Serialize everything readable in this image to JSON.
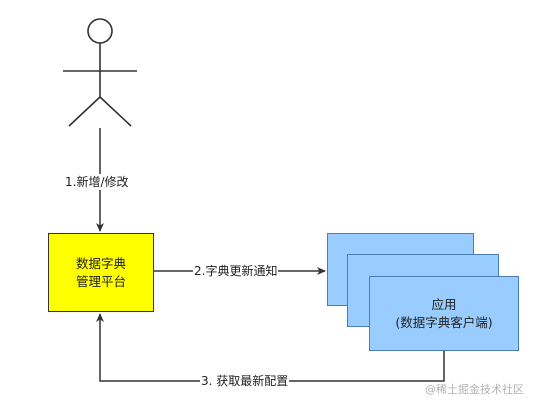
{
  "diagram": {
    "actor_edge_label": "1.新增/修改",
    "platform": {
      "line1": "数据字典",
      "line2": "管理平台",
      "fill": "#ffff00"
    },
    "notify_edge_label": "2.字典更新通知",
    "client": {
      "line1": "应用",
      "line2": "(数据字典客户端)",
      "fill": "#99ccff"
    },
    "fetch_edge_label": "3. 获取最新配置"
  },
  "watermark": {
    "text": "@稀土掘金技术社区"
  }
}
